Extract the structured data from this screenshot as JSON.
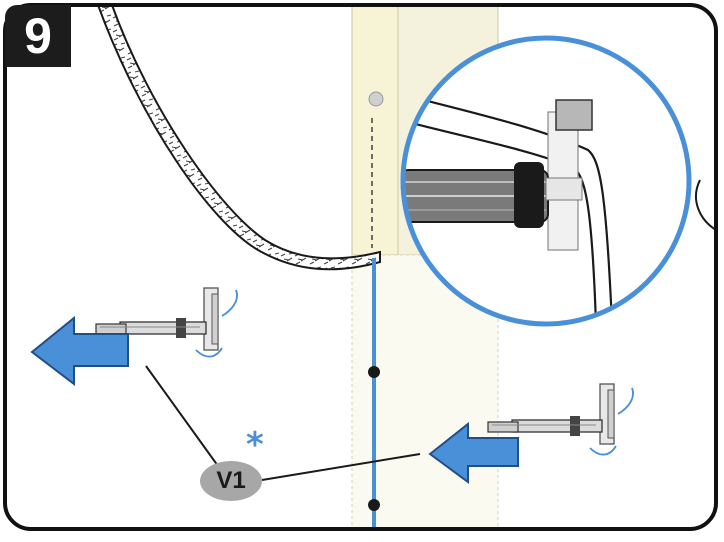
{
  "step": {
    "number": "9"
  },
  "parts": [
    {
      "label": "V1"
    }
  ],
  "note": {
    "symbol": "*"
  },
  "colors": {
    "accent_blue": "#4a90d9",
    "panel_yellow": "#f7f4d6",
    "panel_light": "#fbfaf0",
    "badge_bg": "#1c1c1c",
    "label_bg": "#a7a7a7",
    "outline": "#1a1a1a"
  },
  "icons": [
    "arrow-left-icon",
    "shelf-support-pin-icon",
    "rotate-arrow-icon",
    "magnifier-detail-circle"
  ]
}
